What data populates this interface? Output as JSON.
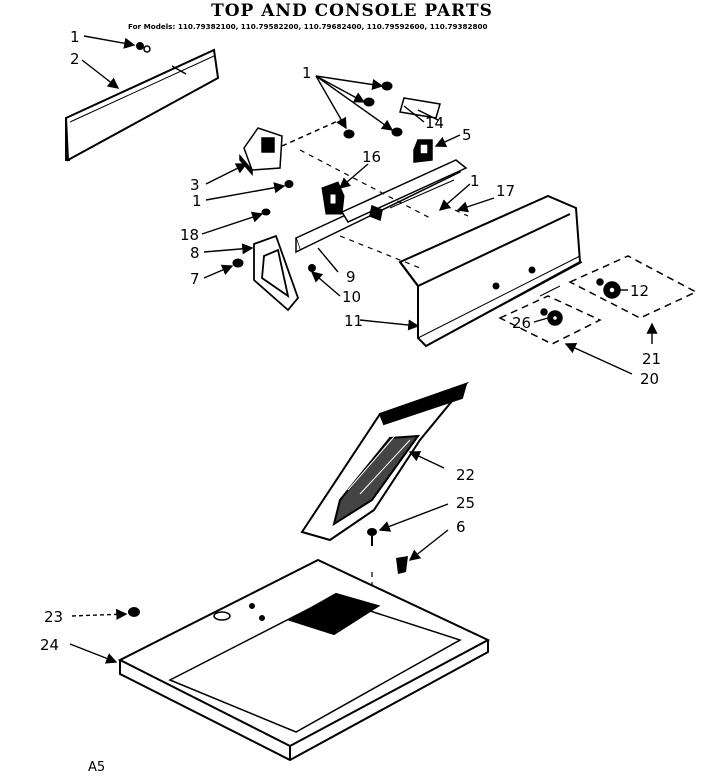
{
  "header": {
    "title": "TOP AND CONSOLE PARTS",
    "models": "For Models: 110.79382100, 110.79582200, 110.79682400, 110.79592600, 110.79382800"
  },
  "footer": {
    "page_id": "A5"
  },
  "callouts": [
    "1",
    "2",
    "1",
    "14",
    "5",
    "16",
    "3",
    "1",
    "1",
    "17",
    "18",
    "8",
    "7",
    "9",
    "10",
    "11",
    "12",
    "26",
    "21",
    "20",
    "22",
    "25",
    "6",
    "23",
    "24"
  ]
}
